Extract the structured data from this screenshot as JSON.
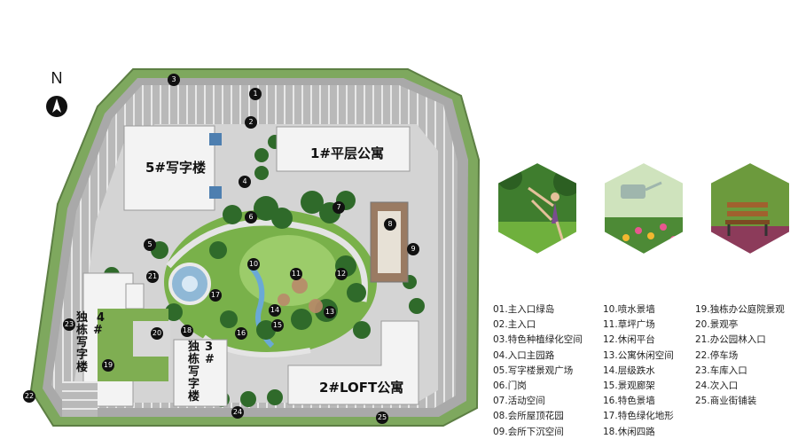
{
  "compass": {
    "letter": "N",
    "icon": "north-arrow-icon"
  },
  "buildings": {
    "b5": "5#写字楼",
    "b1": "1#平层公寓",
    "b2": "2#LOFT公寓",
    "b3": [
      "独",
      "栋",
      "3",
      "#",
      "写",
      "字",
      "楼"
    ],
    "b4": [
      "独",
      "栋",
      "4",
      "#",
      "写",
      "字",
      "楼"
    ]
  },
  "markers": [
    "1",
    "2",
    "3",
    "4",
    "5",
    "6",
    "7",
    "8",
    "9",
    "10",
    "11",
    "12",
    "13",
    "14",
    "15",
    "16",
    "17",
    "18",
    "19",
    "20",
    "21",
    "22",
    "23",
    "24",
    "25"
  ],
  "legend": [
    "01.主入口绿岛",
    "02.主入口",
    "03.特色种植绿化空间",
    "04.入口主园路",
    "05.写字楼景观广场",
    "06.门岗",
    "07.活动空间",
    "08.会所屋顶花园",
    "09.会所下沉空间",
    "10.喷水景墙",
    "11.草坪广场",
    "12.休闲平台",
    "13.公寓休闲空间",
    "14.层级跌水",
    "15.景观廊架",
    "16.特色景墙",
    "17.特色绿化地形",
    "18.休闲四路",
    "19.独栋办公庭院景观",
    "20.景观亭",
    "21.办公园林入口",
    "22.停车场",
    "23.车库入口",
    "24.次入口",
    "25.商业街铺装"
  ],
  "photos": [
    {
      "name": "dancer-photo",
      "icon": "dancer-in-garden-icon"
    },
    {
      "name": "watering-photo",
      "icon": "watering-flowers-icon"
    },
    {
      "name": "bench-photo",
      "icon": "park-bench-icon"
    }
  ],
  "colors": {
    "grass": "#6fa845",
    "dark_tree": "#2f6a2a",
    "pavement": "#c9c9c9",
    "road": "#9a9a9a",
    "building": "#f2f2f2",
    "marker": "#111111",
    "water": "#6aa9d6"
  }
}
